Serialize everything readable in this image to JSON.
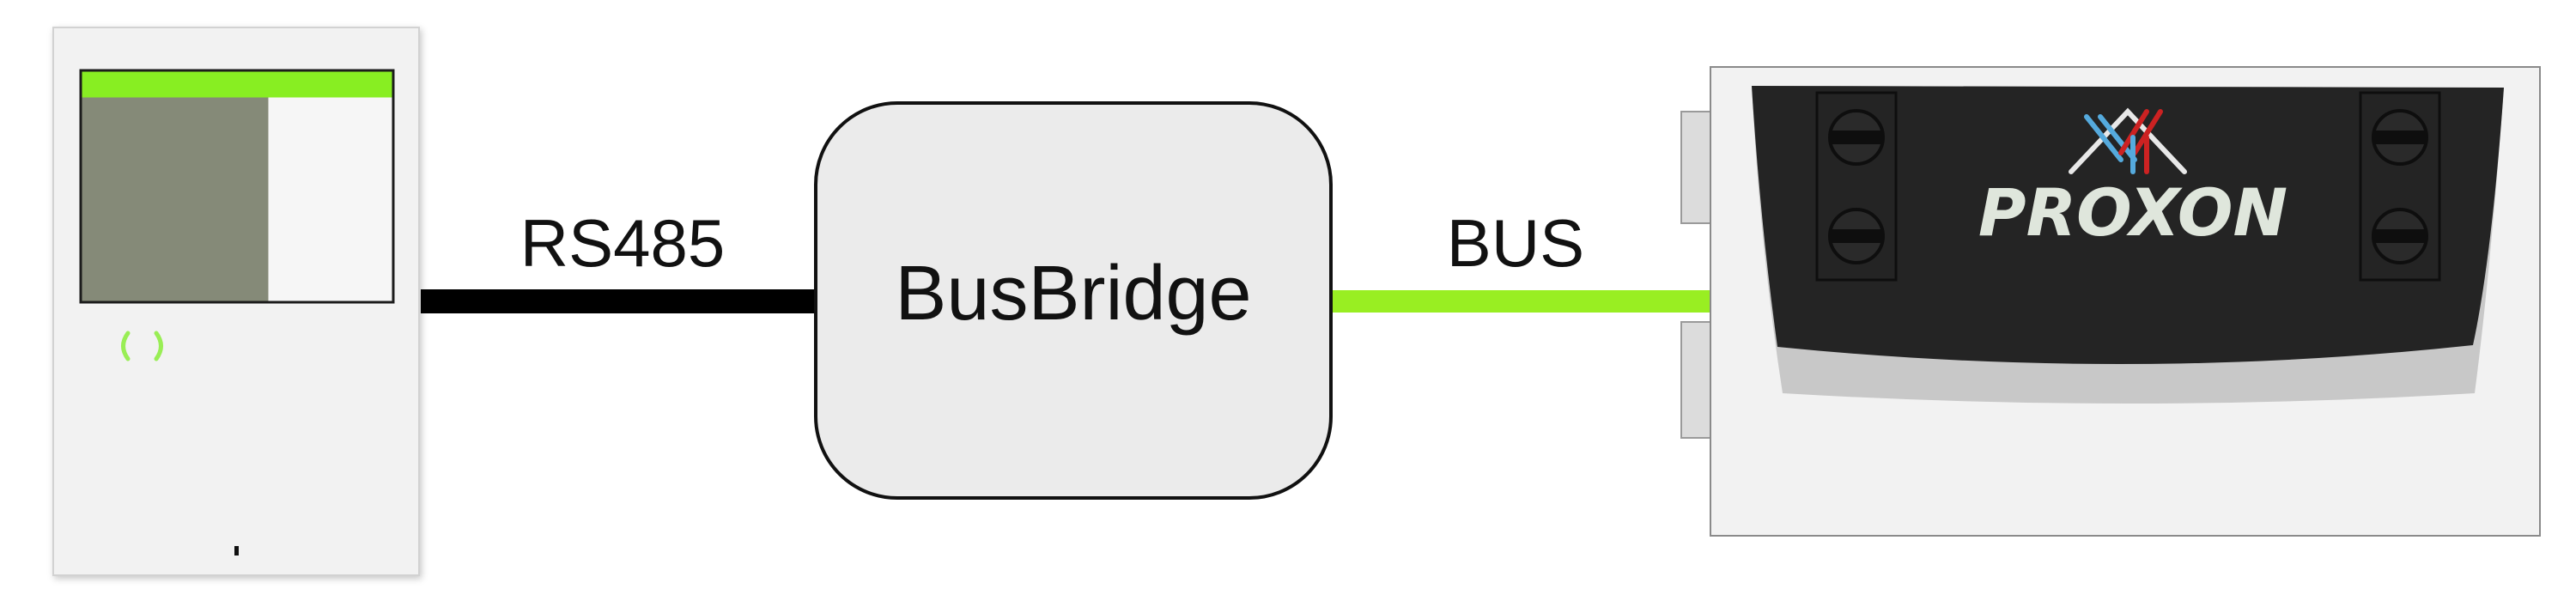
{
  "connections": {
    "rs485_label": "RS485",
    "bus_label": "BUS"
  },
  "bridge": {
    "label": "BusBridge"
  },
  "ventilation_unit": {
    "brand": "PROXON"
  },
  "colors": {
    "bus_line": "#99ee22",
    "rs485_line": "#000000",
    "panel_header": "#88ee22",
    "panel_screen": "#858a78",
    "bridge_fill": "#ebebeb",
    "unit_front": "#242424",
    "logo_blue": "#55aadd",
    "logo_red": "#cc2222"
  },
  "icons": {
    "panel_indicator": "wireless-indicator-icon",
    "logo_mark": "proxon-logo-icon"
  }
}
